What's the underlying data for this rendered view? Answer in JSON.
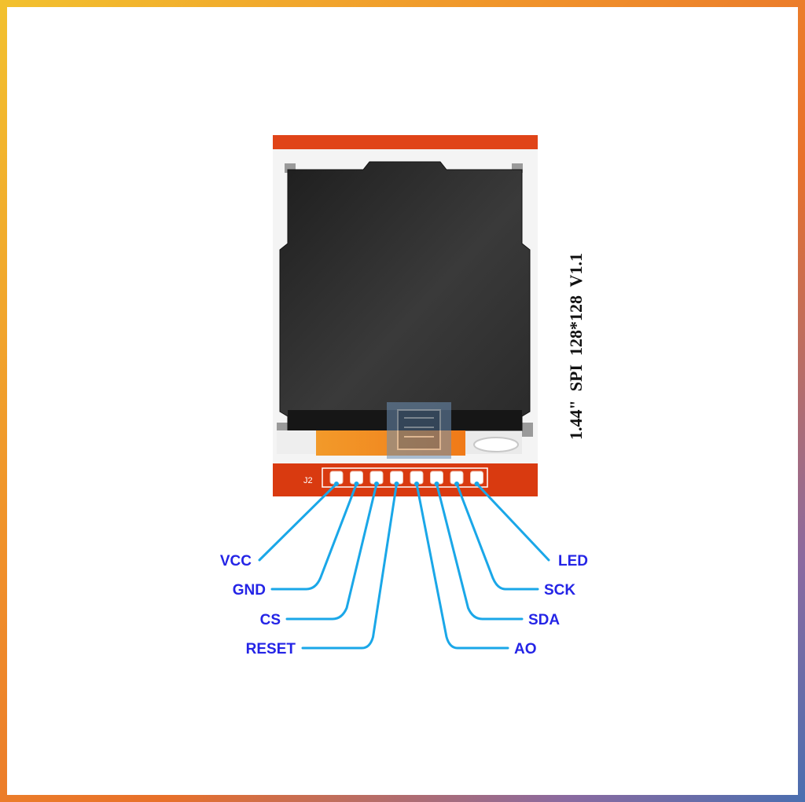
{
  "module": {
    "text": "1.44\"  SPI  128*128  V1.1",
    "header_label": "J2"
  },
  "pins": [
    {
      "name": "VCC"
    },
    {
      "name": "GND"
    },
    {
      "name": "CS"
    },
    {
      "name": "RESET"
    },
    {
      "name": "AO"
    },
    {
      "name": "SDA"
    },
    {
      "name": "SCK"
    },
    {
      "name": "LED"
    }
  ],
  "colors": {
    "pcb": "#d93a10",
    "wire": "#1aa7e8",
    "label": "#2424e6",
    "screen": "#2c2c2c",
    "flex": "#f08a1e"
  }
}
